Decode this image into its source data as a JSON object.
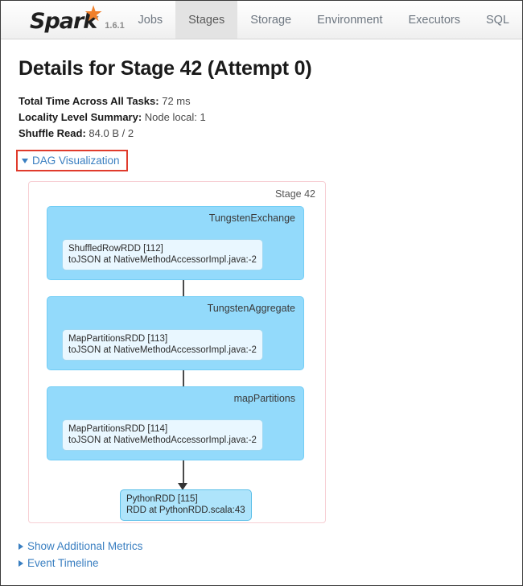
{
  "navbar": {
    "brand": {
      "name": "Spark",
      "version": "1.6.1",
      "star_icon": "star-icon"
    },
    "items": [
      {
        "label": "Jobs",
        "active": false
      },
      {
        "label": "Stages",
        "active": true
      },
      {
        "label": "Storage",
        "active": false
      },
      {
        "label": "Environment",
        "active": false
      },
      {
        "label": "Executors",
        "active": false
      },
      {
        "label": "SQL",
        "active": false
      }
    ]
  },
  "page": {
    "title": "Details for Stage 42 (Attempt 0)",
    "summary": [
      {
        "label": "Total Time Across All Tasks:",
        "value": "72 ms"
      },
      {
        "label": "Locality Level Summary:",
        "value": "Node local: 1"
      },
      {
        "label": "Shuffle Read:",
        "value": "84.0 B / 2"
      }
    ]
  },
  "dag": {
    "toggle_label": "DAG Visualization",
    "expanded": true,
    "highlight_color": "#e03b2c",
    "stage_caption": "Stage 42",
    "stages": [
      {
        "label": "TungstenExchange",
        "rdd": {
          "name": "ShuffledRowRDD [112]",
          "call_site": "toJSON at NativeMethodAccessorImpl.java:-2"
        }
      },
      {
        "label": "TungstenAggregate",
        "rdd": {
          "name": "MapPartitionsRDD [113]",
          "call_site": "toJSON at NativeMethodAccessorImpl.java:-2"
        }
      },
      {
        "label": "mapPartitions",
        "rdd": {
          "name": "MapPartitionsRDD [114]",
          "call_site": "toJSON at NativeMethodAccessorImpl.java:-2"
        }
      }
    ],
    "terminal_node": {
      "name": "PythonRDD [115]",
      "call_site": "RDD at PythonRDD.scala:43"
    }
  },
  "footer_links": [
    {
      "label": "Show Additional Metrics"
    },
    {
      "label": "Event Timeline"
    }
  ]
}
